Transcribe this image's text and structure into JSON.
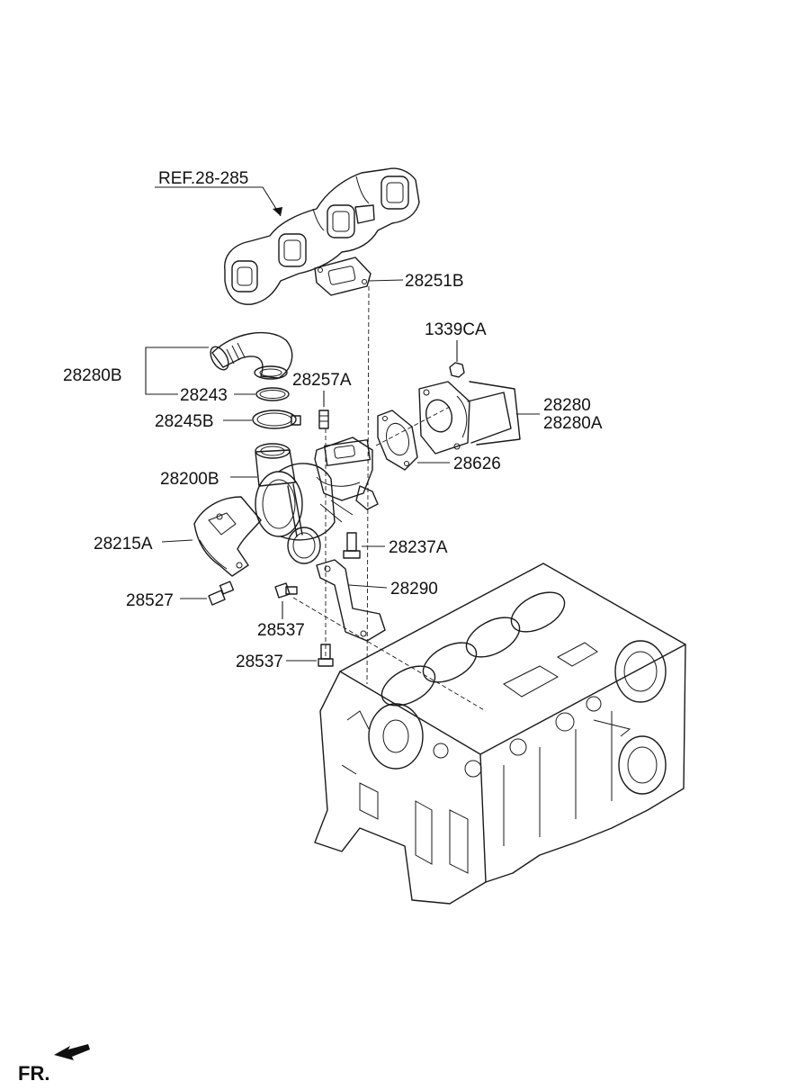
{
  "diagram": {
    "reference_label": "REF.28-285",
    "direction_label": "FR.",
    "labels": {
      "p28251B": "28251B",
      "p1339CA": "1339CA",
      "p28280B": "28280B",
      "p28243": "28243",
      "p28257A": "28257A",
      "p28280": "28280",
      "p28280A": "28280A",
      "p28245B": "28245B",
      "p28626": "28626",
      "p28200B": "28200B",
      "p28215A": "28215A",
      "p28237A": "28237A",
      "p28290": "28290",
      "p28527": "28527",
      "p28537a": "28537",
      "p28537b": "28537"
    }
  }
}
